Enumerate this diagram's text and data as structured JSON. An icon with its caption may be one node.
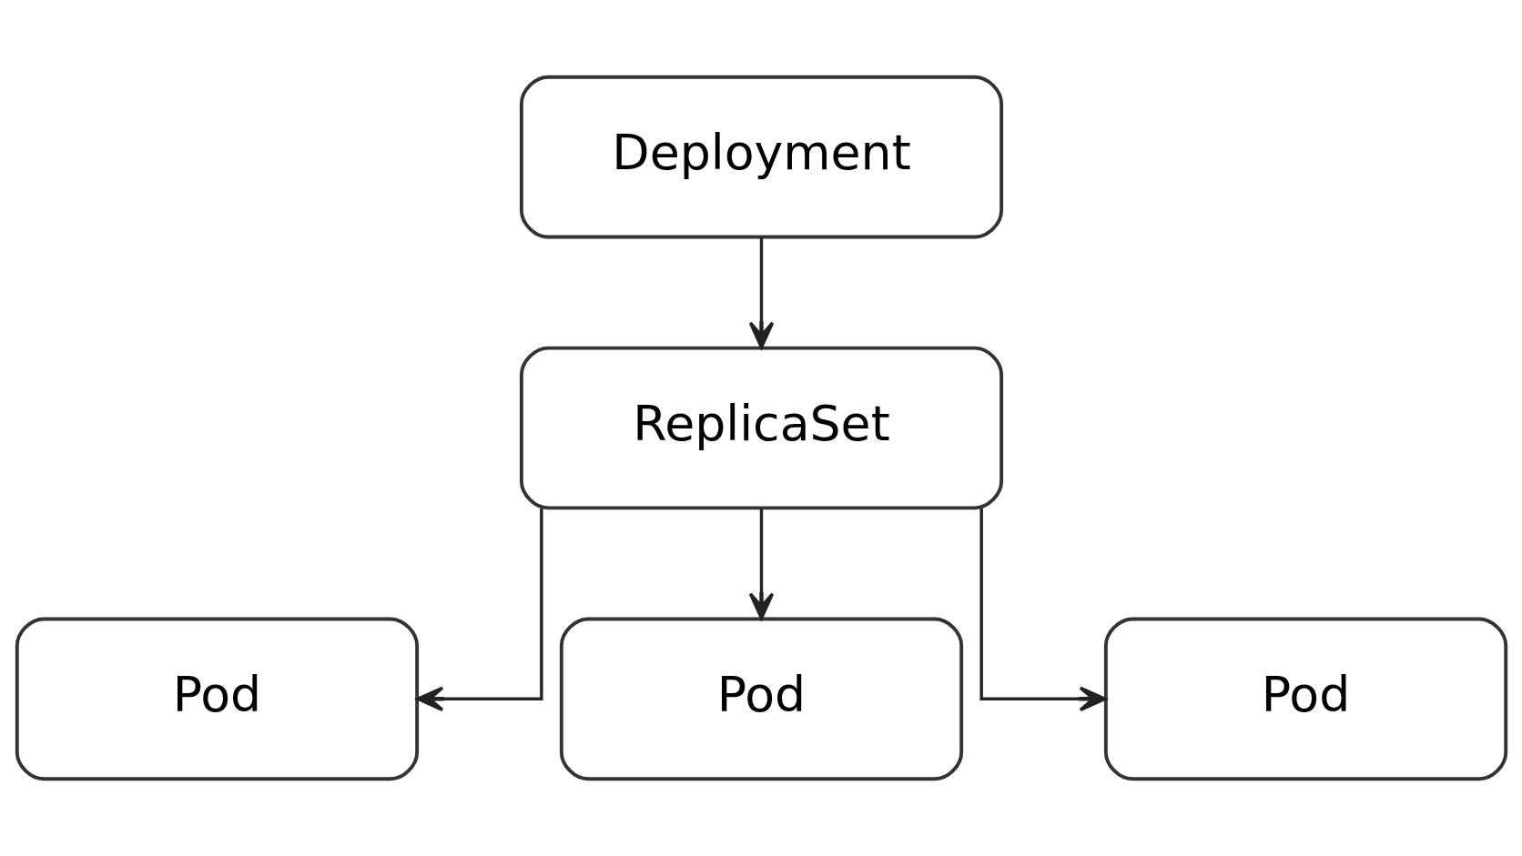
{
  "diagram": {
    "nodes": [
      {
        "text": [
          "Deployment"
        ]
      },
      {
        "text": [
          "ReplicaSet"
        ]
      },
      {
        "text": [
          "Pod"
        ]
      },
      {
        "text": [
          "Pod"
        ]
      },
      {
        "text": [
          "Pod"
        ]
      }
    ],
    "edges": [
      {
        "from": 0,
        "to": 1,
        "arrow": "to"
      },
      {
        "from": 1,
        "to": 2,
        "arrow": "to"
      },
      {
        "from": 1,
        "to": 3,
        "arrow": "to"
      },
      {
        "from": 1,
        "to": 4,
        "arrow": "to"
      }
    ]
  }
}
